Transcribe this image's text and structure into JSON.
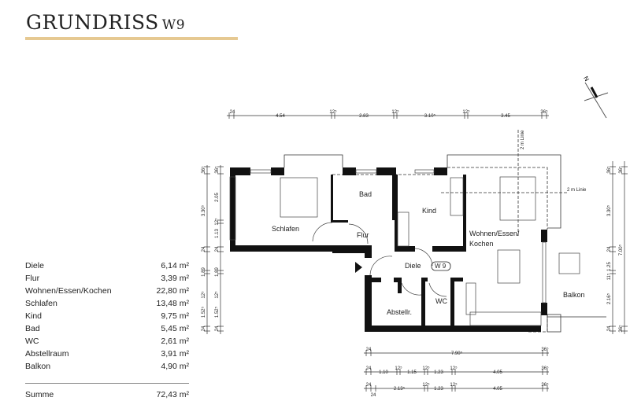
{
  "header": {
    "title": "GRUNDRISS",
    "unit": "W9"
  },
  "areas": [
    {
      "room": "Diele",
      "value": "6,14",
      "unit": "m²"
    },
    {
      "room": "Flur",
      "value": "3,39",
      "unit": "m²"
    },
    {
      "room": "Wohnen/Essen/Kochen",
      "value": "22,80",
      "unit": "m²"
    },
    {
      "room": "Schlafen",
      "value": "13,48",
      "unit": "m²"
    },
    {
      "room": "Kind",
      "value": "9,75",
      "unit": "m²"
    },
    {
      "room": "Bad",
      "value": "5,45",
      "unit": "m²"
    },
    {
      "room": "WC",
      "value": "2,61",
      "unit": "m²"
    },
    {
      "room": "Abstellraum",
      "value": "3,91",
      "unit": "m²"
    },
    {
      "room": "Balkon",
      "value": "4,90",
      "unit": "m²"
    }
  ],
  "total": {
    "label": "Summe",
    "value": "72,43",
    "unit": "m²"
  },
  "rooms": {
    "schlafen": "Schlafen",
    "bad": "Bad",
    "flur": "Flur",
    "kind": "Kind",
    "wohnen1": "Wohnen/Essen/",
    "wohnen2": "Kochen",
    "diele": "Diele",
    "badge": "W 9",
    "abstell": "Abstellr.",
    "wc": "WC",
    "balkon": "Balkon"
  },
  "lines": {
    "v": "2 m Linie",
    "h": "2 m Linie"
  },
  "compass": "N",
  "dims": {
    "top": [
      "24",
      "4.54",
      "12⁵",
      "2.83",
      "12⁵",
      "3.10⁵",
      "12⁵",
      "3.45",
      "36⁵"
    ],
    "bottom1": [
      "24",
      "7.90⁵",
      "36⁵"
    ],
    "bottom2": [
      "24",
      "1.10",
      "12⁵",
      "1.15",
      "12⁵",
      "1.23",
      "12⁵",
      "4.05",
      "36⁵"
    ],
    "bottom3": [
      "24",
      "24",
      "2.13⁵",
      "12⁵",
      "1.23",
      "12⁵",
      "4.05",
      "36⁵"
    ],
    "left1": [
      "36⁵",
      "3.30⁵",
      "24",
      "1.89",
      "12⁵",
      "1.52⁵",
      "24"
    ],
    "left2": [
      "36⁵",
      "2.05",
      "12⁵",
      "1.13",
      "24",
      "1.89",
      "12⁵",
      "1.52⁵",
      "24"
    ],
    "right1": [
      "36⁵",
      "3.30⁵",
      "24",
      "1.25",
      "11⁵",
      "2.16⁵",
      "24"
    ],
    "right2": [
      "36⁵",
      "7.00⁵",
      "36⁵"
    ]
  }
}
